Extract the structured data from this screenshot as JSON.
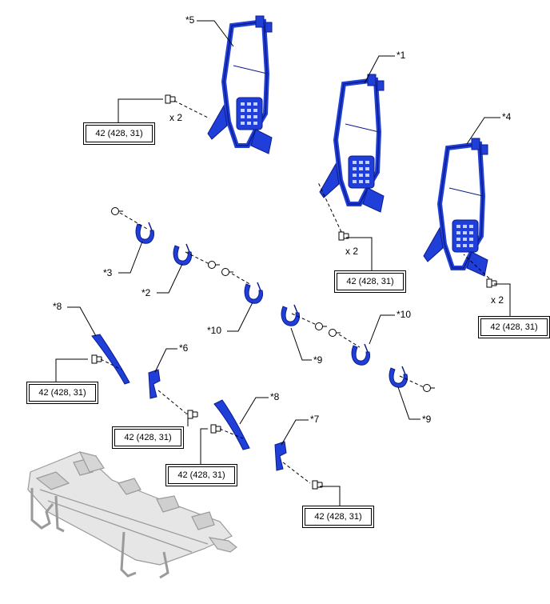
{
  "callouts": {
    "c1": "*1",
    "c2": "*2",
    "c3": "*3",
    "c4": "*4",
    "c5": "*5",
    "c6": "*6",
    "c7": "*7",
    "c8a": "*8",
    "c8b": "*8",
    "c9a": "*9",
    "c9b": "*9",
    "c10a": "*10",
    "c10b": "*10"
  },
  "quantities": {
    "q1": "x 2",
    "q2": "x 2",
    "q3": "x 2"
  },
  "torque_specs": {
    "t1": "42 (428, 31)",
    "t2": "42 (428, 31)",
    "t3": "42 (428, 31)",
    "t4": "42 (428, 31)",
    "t5": "42 (428, 31)",
    "t6": "42 (428, 31)",
    "t7": "42 (428, 31)"
  },
  "colors": {
    "part_blue": "#1f3fd8",
    "part_dark": "#0b1c8c",
    "frame_grey": "#c9c9c9",
    "line": "#000000"
  }
}
